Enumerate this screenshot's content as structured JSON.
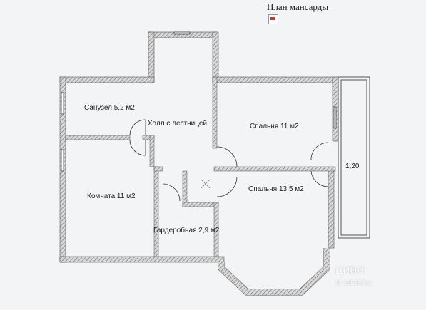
{
  "header": {
    "title": "План мансарды",
    "doc_icon": "document-icon"
  },
  "rooms": {
    "bathroom": "Санузел 5,2 м2",
    "hall": "Холл с лестницей",
    "bedroom_1": "Спальня 11 м2",
    "room": "Комната 11 м2",
    "bedroom_2": "Спальня 13.5  м2",
    "wardrobe": "Гардеробная 2,9 м2"
  },
  "dimension": "1,20",
  "watermark": {
    "brand": "циан",
    "id": "ID 10538241"
  },
  "colors": {
    "wall_hatch": "#7a7a7a",
    "wall_fill": "#d8d8d8",
    "background": "#f3f4f6",
    "watermark": "#ffffff"
  }
}
